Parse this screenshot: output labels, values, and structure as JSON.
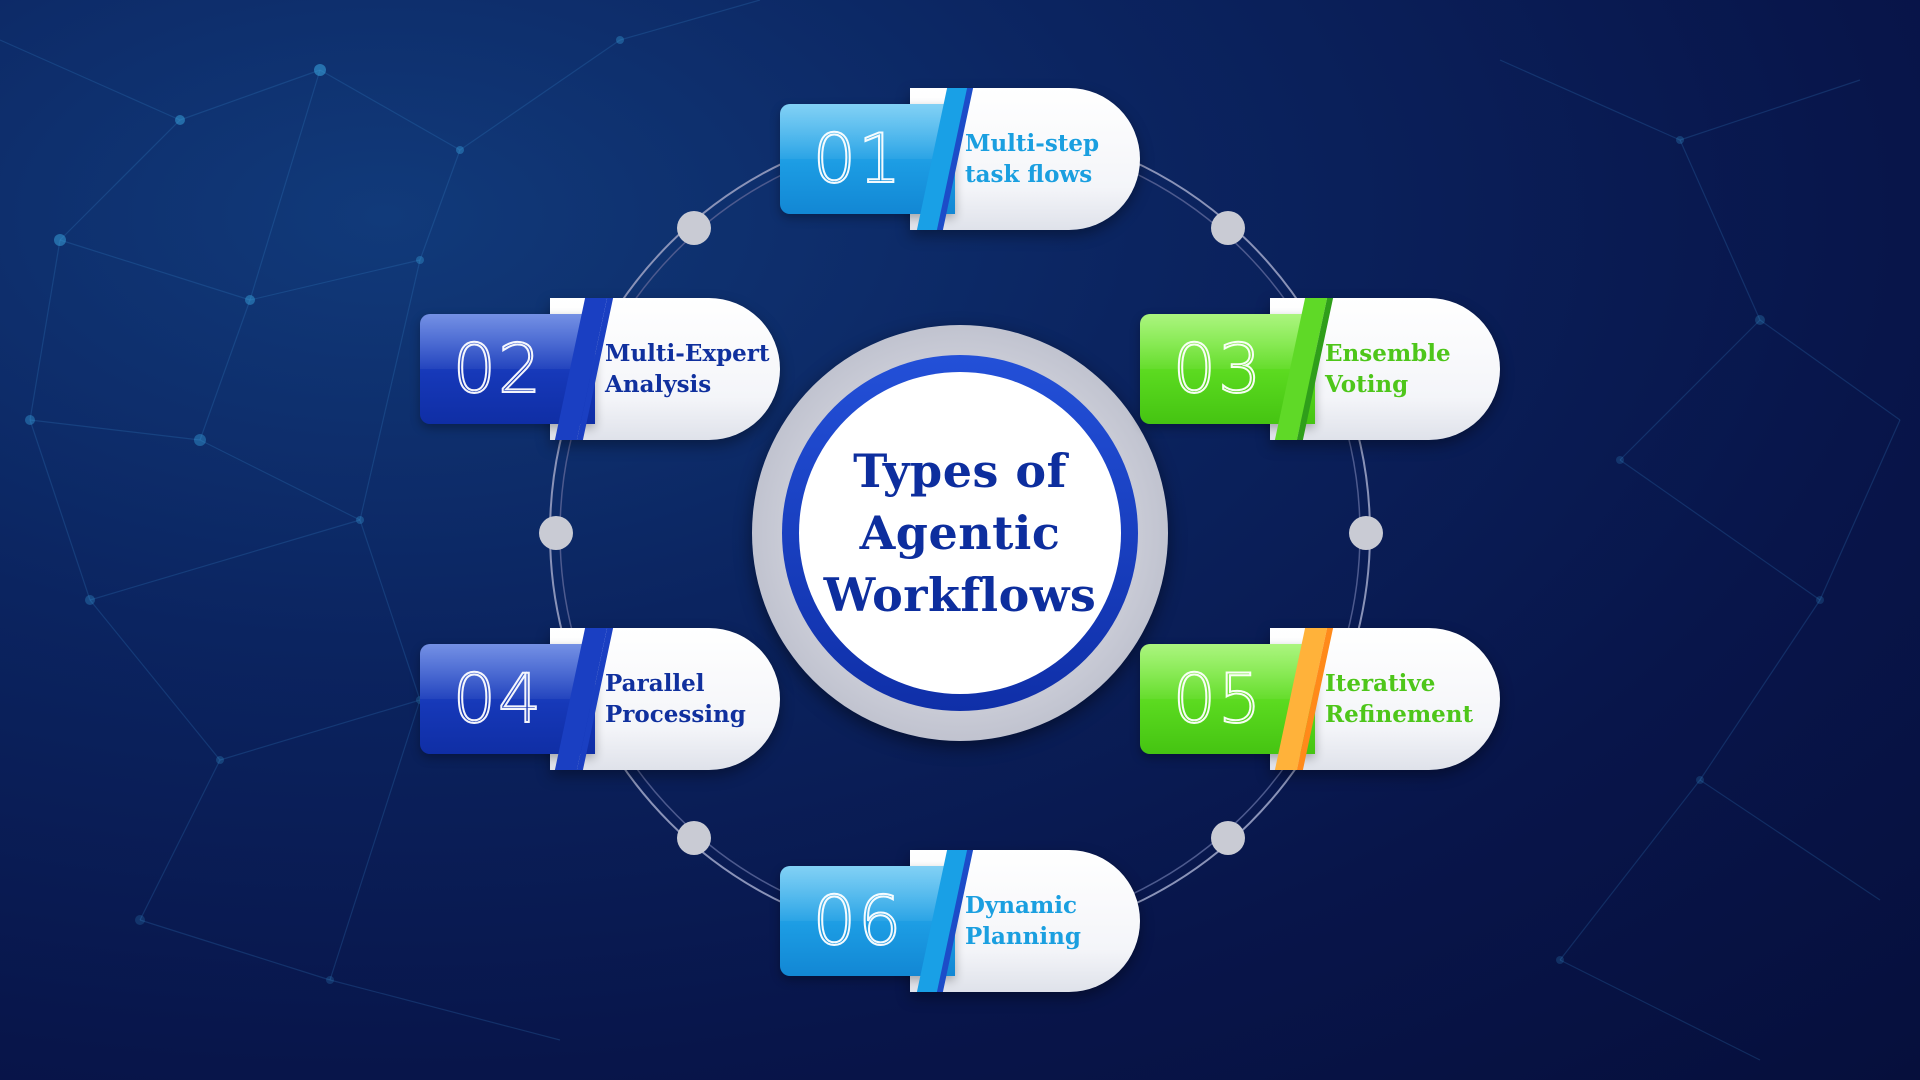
{
  "center": {
    "title": "Types of\nAgentic\nWorkflows"
  },
  "items": [
    {
      "number": "01",
      "label": "Multi-step\ntask flows",
      "theme": "cyan"
    },
    {
      "number": "02",
      "label": "Multi-Expert\nAnalysis",
      "theme": "blue"
    },
    {
      "number": "03",
      "label": "Ensemble\nVoting",
      "theme": "green"
    },
    {
      "number": "04",
      "label": "Parallel\nProcessing",
      "theme": "blue"
    },
    {
      "number": "05",
      "label": "Iterative\nRefinement",
      "theme": "green-orange"
    },
    {
      "number": "06",
      "label": "Dynamic\nPlanning",
      "theme": "cyan"
    }
  ],
  "colors": {
    "background": "#0b2460",
    "cyan": "#1c9ce3",
    "blue": "#1638b8",
    "green": "#5ad91f",
    "orange": "#ff8a1a",
    "title": "#0d2e9e"
  }
}
